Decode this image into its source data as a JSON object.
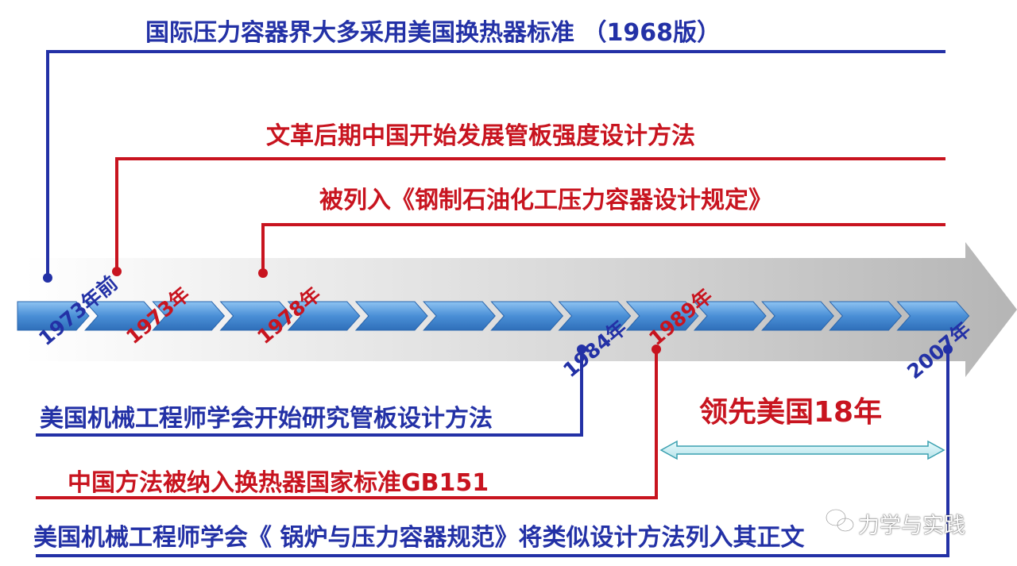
{
  "colors": {
    "blue": "#2331a6",
    "red": "#c8141f",
    "arrow": "#c8c8c8",
    "chevron": "#4a8fd6",
    "double_arrow": "#c6ecf0"
  },
  "top_labels": [
    "国际压力容器界大多采用美国换热器标准 （1968版）",
    "文革后期中国开始发展管板强度设计方法",
    "被列入《钢制石油化工压力容器设计规定》"
  ],
  "bottom_labels": [
    "美国机械工程师学会开始研究管板设计方法",
    "中国方法被纳入换热器国家标准GB151",
    "美国机械工程师学会《 锅炉与压力容器规范》将类似设计方法列入其正文"
  ],
  "years": {
    "y1973_before": "1973年前",
    "y1973": "1973年",
    "y1978": "1978年",
    "y1984": "1984年",
    "y1989": "1989年",
    "y2007": "2007年"
  },
  "lead_label": "领先美国18年",
  "watermark": {
    "icon": "wechat-icon",
    "text": "力学与实践"
  },
  "chevron_count": 14
}
